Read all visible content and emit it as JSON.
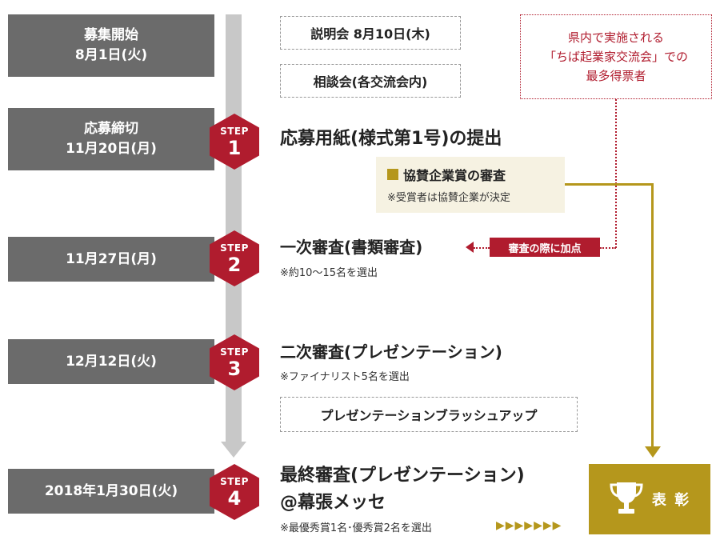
{
  "dates": [
    {
      "line1": "募集開始",
      "line2": "8月1日(火)"
    },
    {
      "line1": "応募締切",
      "line2": "11月20日(月)"
    },
    {
      "line1": "11月27日(月)"
    },
    {
      "line1": "12月12日(火)"
    },
    {
      "line1": "2018年1月30日(火)"
    }
  ],
  "events": {
    "briefing": "説明会 8月10日(木)",
    "consultation": "相談会(各交流会内)",
    "brushup": "プレゼンテーションブラッシュアップ"
  },
  "steps": [
    {
      "word": "STEP",
      "num": "1",
      "title": "応募用紙(様式第1号)の提出"
    },
    {
      "word": "STEP",
      "num": "2",
      "title": "一次審査(書類審査)",
      "note": "※約10〜15名を選出"
    },
    {
      "word": "STEP",
      "num": "3",
      "title": "二次審査(プレゼンテーション)",
      "note": "※ファイナリスト5名を選出"
    },
    {
      "word": "STEP",
      "num": "4",
      "title": "最終審査(プレゼンテーション)",
      "title2": "@幕張メッセ",
      "note": "※最優秀賞1名･優秀賞2名を選出"
    }
  ],
  "sponsor": {
    "title": "協賛企業賞の審査",
    "note": "※受賞者は協賛企業が決定"
  },
  "prefecture": {
    "line1": "県内で実施される",
    "line2": "「ちば起業家交流会」での",
    "line3": "最多得票者"
  },
  "bonus": "審査の際に加点",
  "award": {
    "label": "表 彰",
    "icon": "trophy-icon"
  },
  "arrow_marks": "▶▶▶▶▶▶▶",
  "colors": {
    "date_bg": "#6b6b6b",
    "step_red": "#b01c2e",
    "gold": "#b5971c",
    "timeline": "#c8c8c8",
    "sponsor_bg": "#f6f2e2"
  }
}
